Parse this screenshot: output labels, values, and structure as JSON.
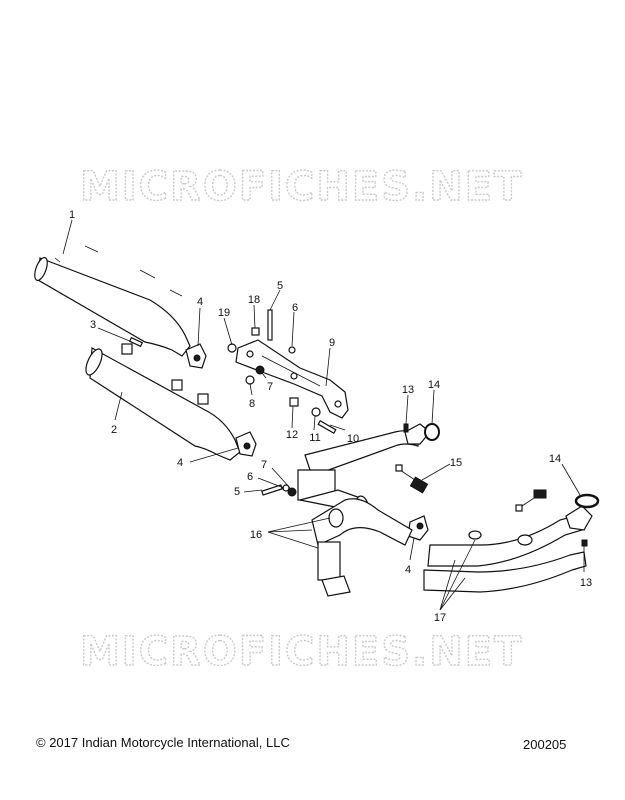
{
  "watermark": {
    "text": "MICROFICHES.NET"
  },
  "callouts": {
    "c1": "1",
    "c2": "2",
    "c3": "3",
    "c4a": "4",
    "c4b": "4",
    "c4c": "4",
    "c5a": "5",
    "c5b": "5",
    "c6a": "6",
    "c6b": "6",
    "c7a": "7",
    "c7b": "7",
    "c8": "8",
    "c9": "9",
    "c10": "10",
    "c11": "11",
    "c12": "12",
    "c13a": "13",
    "c13b": "13",
    "c14a": "14",
    "c14b": "14",
    "c15": "15",
    "c16": "16",
    "c17": "17",
    "c18": "18",
    "c19": "19"
  },
  "footer": {
    "copyright": "© 2017 Indian Motorcycle International, LLC",
    "diagram_id": "200205"
  }
}
